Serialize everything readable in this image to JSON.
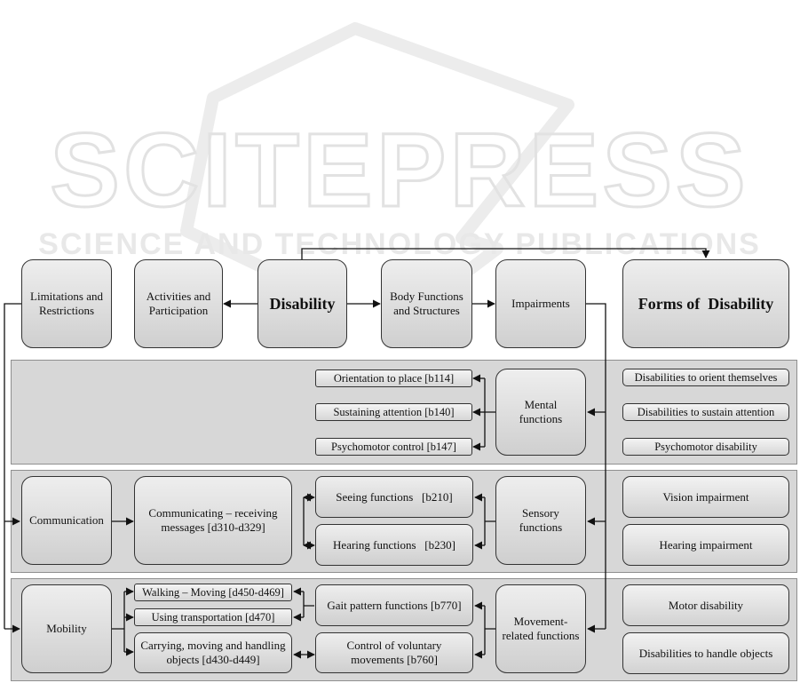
{
  "watermark": {
    "main": "SCITEPRESS",
    "sub": "SCIENCE AND TECHNOLOGY PUBLICATIONS"
  },
  "top": {
    "limitations": "Limitations and Restrictions",
    "activities": "Activities and Participation",
    "disability": "Disability",
    "body": "Body Functions and Structures",
    "impairments": "Impairments",
    "forms": "Forms of  Disability"
  },
  "mental": {
    "category": "Mental functions",
    "items": [
      "Orientation to place   [b114]",
      "Sustaining attention   [b140]",
      "Psychomotor control   [b147]"
    ],
    "forms": [
      "Disabilities to orient themselves",
      "Disabilities to sustain attention",
      "Psychomotor disability"
    ]
  },
  "sensory": {
    "activity": "Communication",
    "sub": "Communicating – receiving messages   [d310-d329]",
    "category": "Sensory functions",
    "items": [
      "Seeing functions   [b210]",
      "Hearing functions   [b230]"
    ],
    "forms": [
      "Vision impairment",
      "Hearing impairment"
    ]
  },
  "movement": {
    "activity": "Mobility",
    "subs": [
      "Walking – Moving [d450-d469]",
      "Using transportation [d470]",
      "Carrying, moving and handling objects [d430-d449]"
    ],
    "category": "Movement-related functions",
    "items": [
      "Gait pattern functions [b770]",
      "Control of voluntary movements   [b760]"
    ],
    "forms": [
      "Motor disability",
      "Disabilities to handle objects"
    ]
  }
}
